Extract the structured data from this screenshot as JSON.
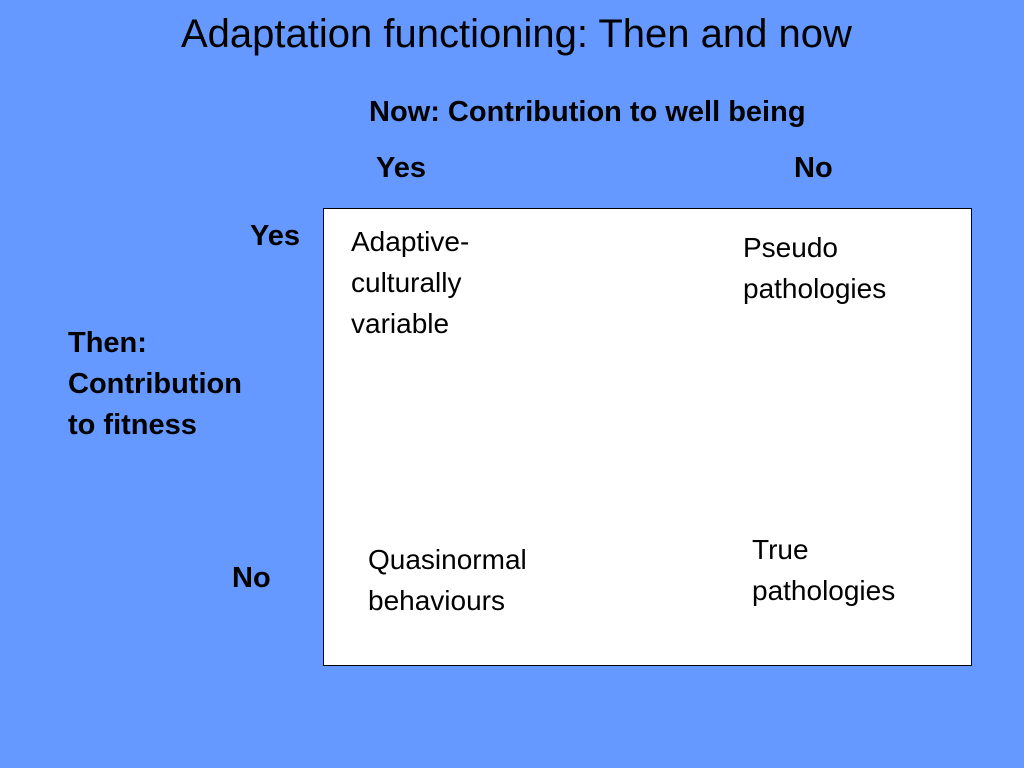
{
  "slide": {
    "title": "Adaptation functioning: Then and now"
  },
  "columns": {
    "header": "Now: Contribution to well being",
    "yes": "Yes",
    "no": "No"
  },
  "rows": {
    "header": "Then:\nContribution\nto fitness",
    "yes": "Yes",
    "no": "No"
  },
  "cells": {
    "yes_yes": "Adaptive-\nculturally\nvariable",
    "yes_no": "Pseudo\npathologies",
    "no_yes": "Quasinormal\nbehaviours",
    "no_no": "True\npathologies"
  },
  "colors": {
    "background": "#6699ff",
    "grid_fill": "#ffffff",
    "text": "#000000"
  }
}
